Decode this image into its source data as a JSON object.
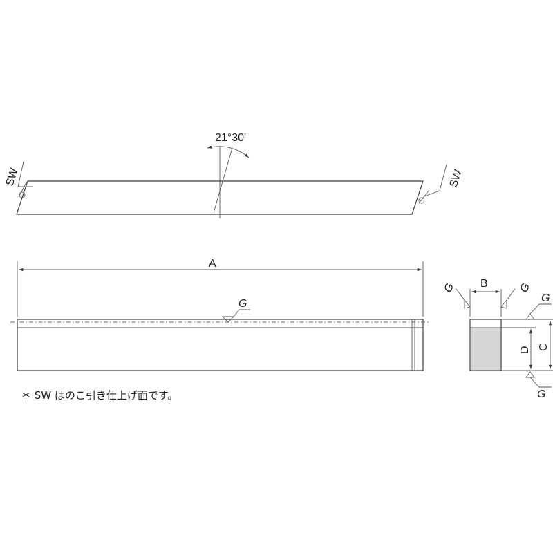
{
  "top_view": {
    "angle_label": "21°30'",
    "left_finish": "SW",
    "right_finish": "SW"
  },
  "front_view": {
    "length_label": "A",
    "surface_mark": "G"
  },
  "side_view": {
    "width_label": "B",
    "height_outer_label": "C",
    "height_inner_label": "D",
    "mark_top_left": "G",
    "mark_top_right": "G",
    "mark_right_top": "G",
    "mark_right_bottom": "G"
  },
  "colors": {
    "line": "#3c3c3c",
    "section_fill": "#d6d6d6"
  },
  "note": "＊ SW はのこ引き仕上げ面です。"
}
